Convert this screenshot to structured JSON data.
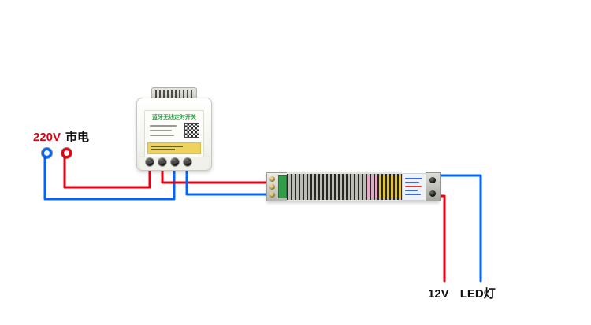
{
  "mains": {
    "voltage": "220V",
    "name": "市电"
  },
  "device": {
    "title": "蓝牙无线定时开关"
  },
  "output": {
    "voltage": "12V",
    "name": "LED灯"
  },
  "colors": {
    "wire_red": "#e60012",
    "wire_blue": "#0064ff"
  },
  "icons": {
    "qr_code": "qr-code",
    "terminal_screw": "screw"
  }
}
